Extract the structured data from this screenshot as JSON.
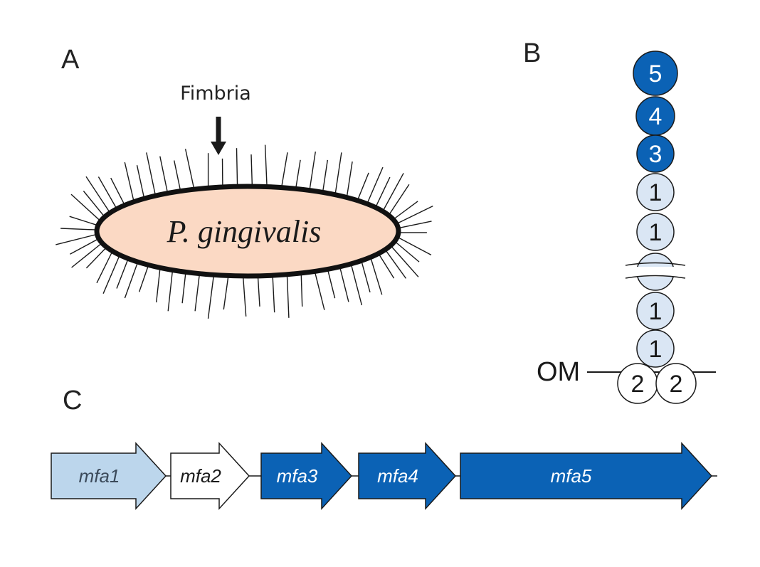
{
  "panels": {
    "a": "A",
    "b": "B",
    "c": "C"
  },
  "panel_a": {
    "fimbria_label": "Fimbria",
    "cell_label": "P. gingivalis",
    "cell_fill": "#fbd9c4"
  },
  "panel_b": {
    "om_label": "OM",
    "subunits": [
      {
        "num": "5",
        "style": "dark"
      },
      {
        "num": "4",
        "style": "dark"
      },
      {
        "num": "3",
        "style": "dark"
      },
      {
        "num": "1",
        "style": "light"
      },
      {
        "num": "1",
        "style": "light"
      },
      {
        "num": "",
        "style": "light"
      },
      {
        "num": "1",
        "style": "light"
      },
      {
        "num": "1",
        "style": "light"
      }
    ],
    "anchors": [
      "2",
      "2"
    ]
  },
  "panel_c": {
    "genes": [
      {
        "label": "mfa1",
        "style": "light"
      },
      {
        "label": "mfa2",
        "style": "white"
      },
      {
        "label": "mfa3",
        "style": "dark"
      },
      {
        "label": "mfa4",
        "style": "dark"
      },
      {
        "label": "mfa5",
        "style": "dark"
      }
    ]
  },
  "colors": {
    "dark_blue": "#0b62b5",
    "light_blue": "#bcd6ec",
    "pale_blue": "#dae6f4",
    "white": "#ffffff",
    "outline": "#1a1a1a"
  }
}
